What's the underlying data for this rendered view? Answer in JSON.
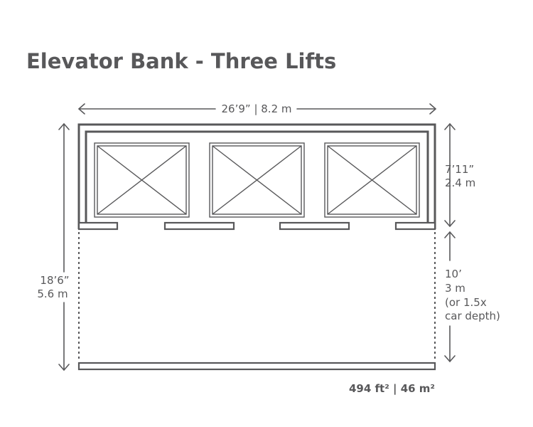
{
  "title": "Elevator Bank - Three Lifts",
  "width_label": "26’9” | 8.2 m",
  "depth_label": {
    "imperial": "18’6”",
    "metric": "5.6 m"
  },
  "car_depth_label": {
    "imperial": "7’11”",
    "metric": "2.4 m"
  },
  "lobby_depth_label": {
    "imperial": "10’",
    "metric": "3 m",
    "note_line1": "(or 1.5x",
    "note_line2": "car depth)"
  },
  "area_label": "494 ft² | 46 m²",
  "colors": {
    "ink": "#58585a",
    "background": "#ffffff"
  }
}
